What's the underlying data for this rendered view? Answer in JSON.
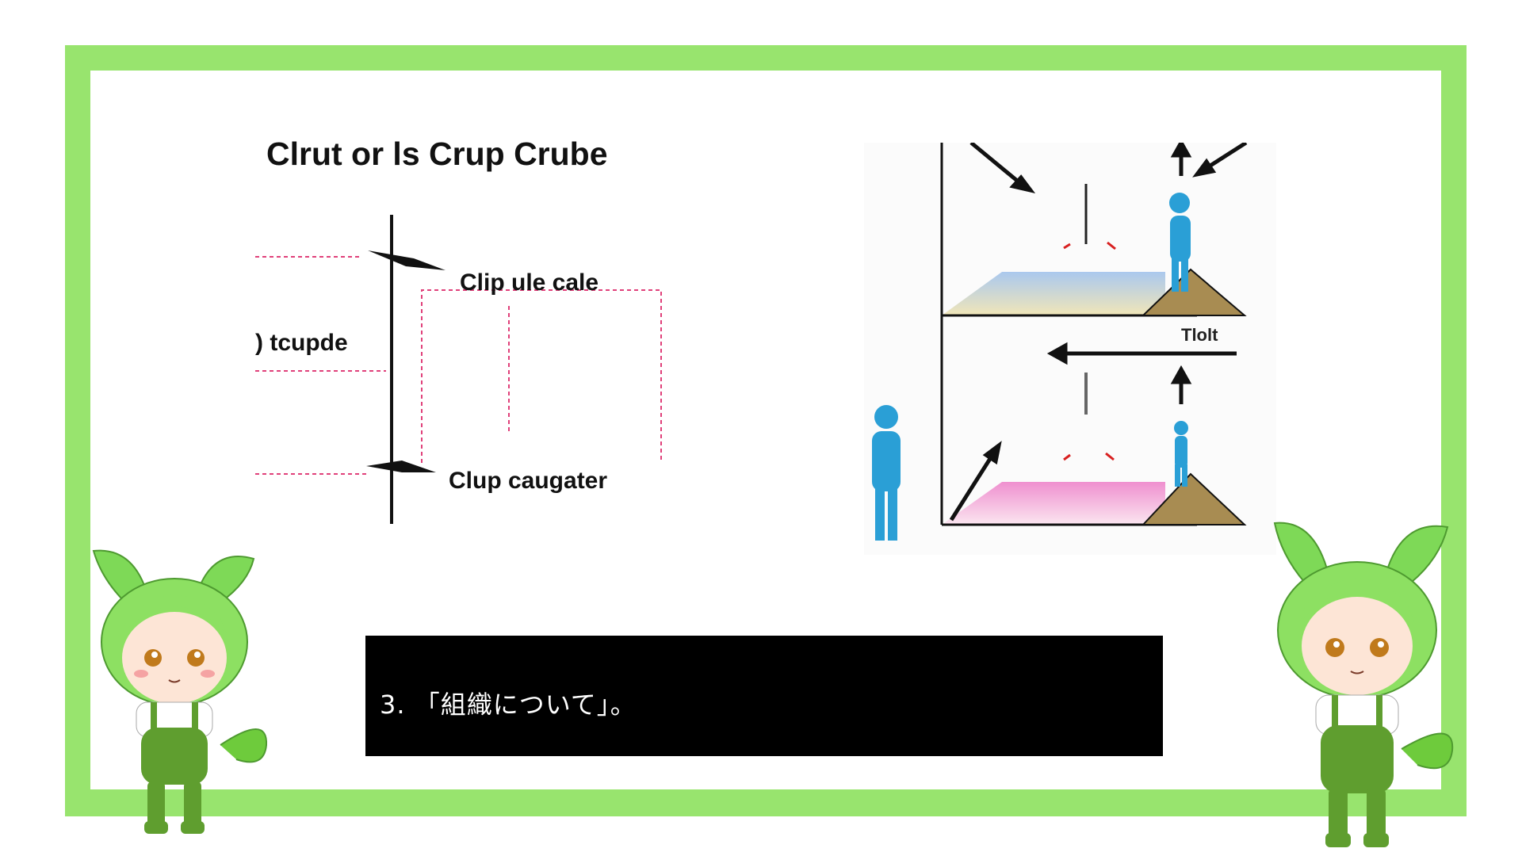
{
  "left_diagram": {
    "title": "Clrut or ls Crup Crube",
    "label_top": "Clip ule cale",
    "label_left": ") tcupde",
    "label_bottom": "Clup caugater"
  },
  "right_diagram": {
    "label": "Tlolt"
  },
  "subtitle": {
    "text": "3. 「組織について」。"
  },
  "colors": {
    "frame": "#98e46e",
    "subtitle_bg": "#000000",
    "figure_blue": "#2a9fd6",
    "mascot_green": "#7ed957"
  }
}
